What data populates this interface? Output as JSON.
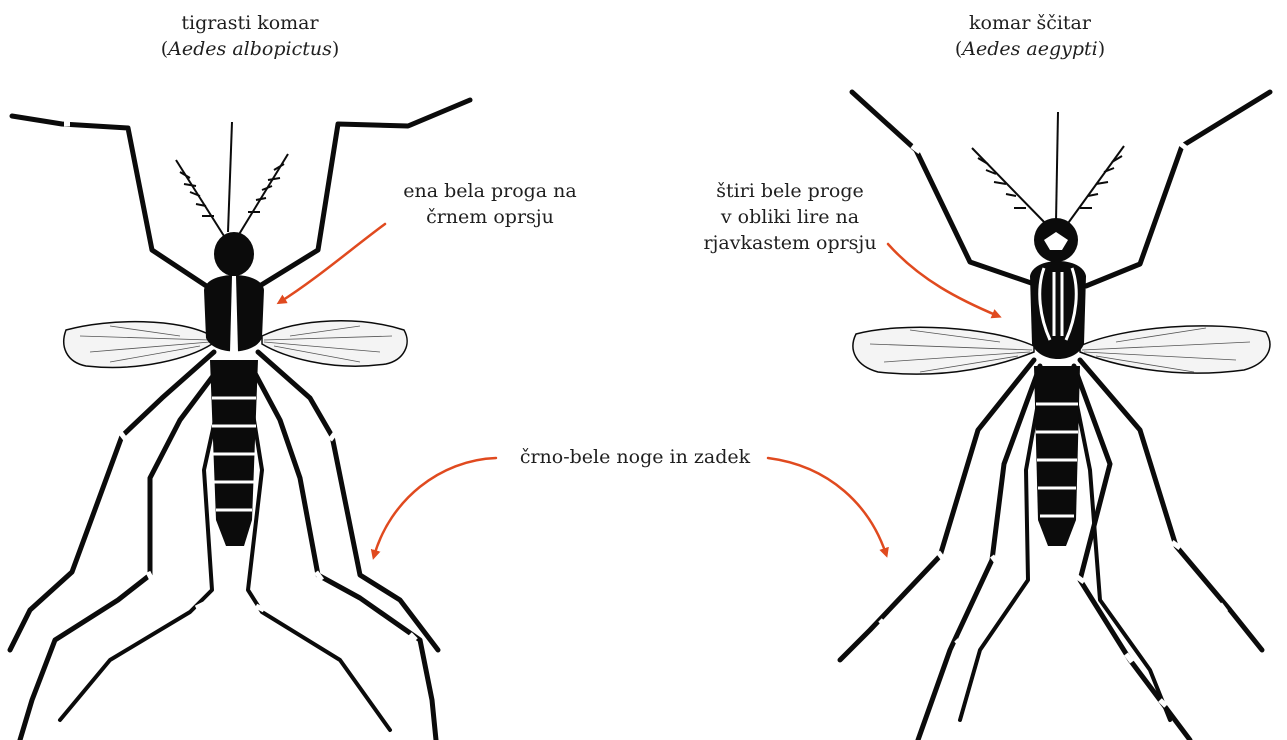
{
  "species": [
    {
      "common_name": "tigrasti komar",
      "scientific_name": "Aedes albopictus"
    },
    {
      "common_name": "komar ščitar",
      "scientific_name": "Aedes aegypti"
    }
  ],
  "annotations": {
    "albopictus_thorax": [
      "ena bela proga na",
      "črnem oprsju"
    ],
    "aegypti_thorax": [
      "štiri bele proge",
      "v obliki lire na",
      "rjavkastem oprsju"
    ],
    "shared": "črno-bele noge in zadek"
  },
  "colors": {
    "arrow": "#e04a1f",
    "insect": "#0b0b0b",
    "wing": "#f4f4f4"
  }
}
